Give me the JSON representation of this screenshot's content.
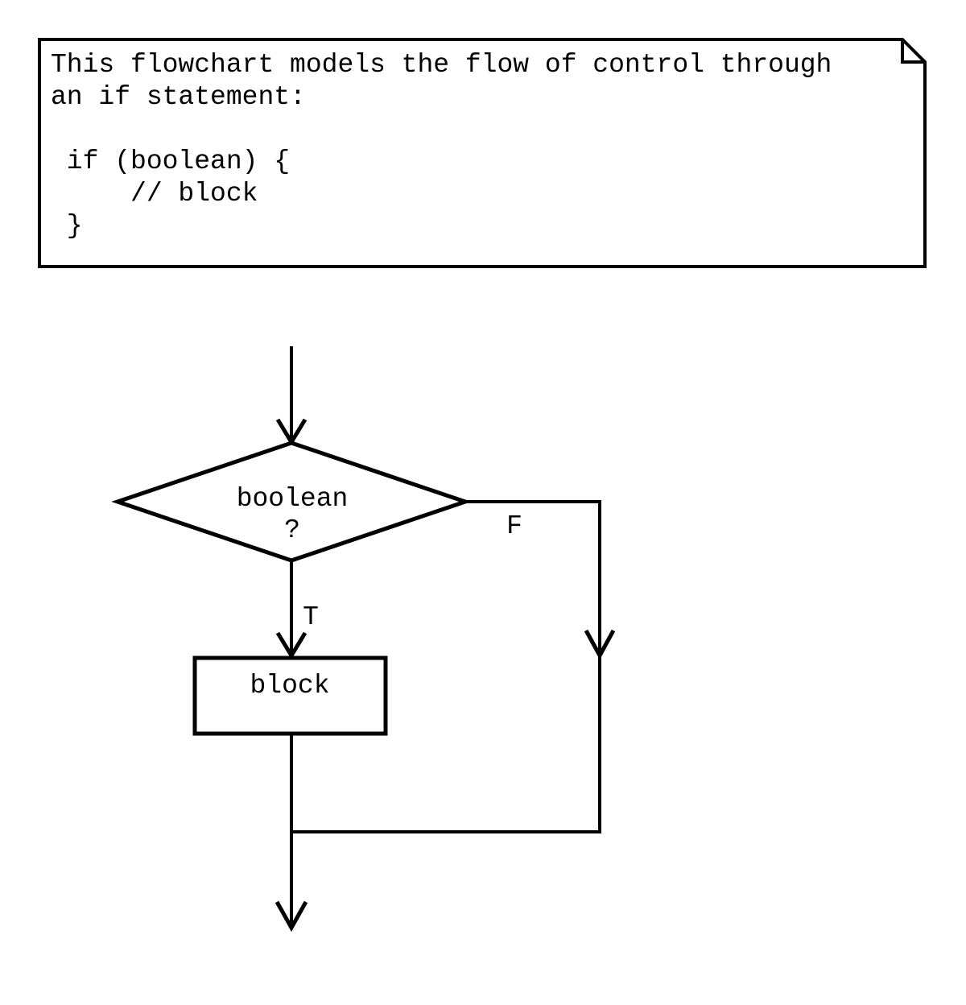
{
  "colors": {
    "ink": "#000000",
    "paper": "#ffffff"
  },
  "note": {
    "lines": [
      "This flowchart models the flow of control through",
      "an if statement:",
      "",
      " if (boolean) {",
      "     // block",
      " }"
    ]
  },
  "flowchart": {
    "decision_label_line1": "boolean",
    "decision_label_line2": "?",
    "false_branch_label": "F",
    "true_branch_label": "T",
    "process_label": "block"
  }
}
